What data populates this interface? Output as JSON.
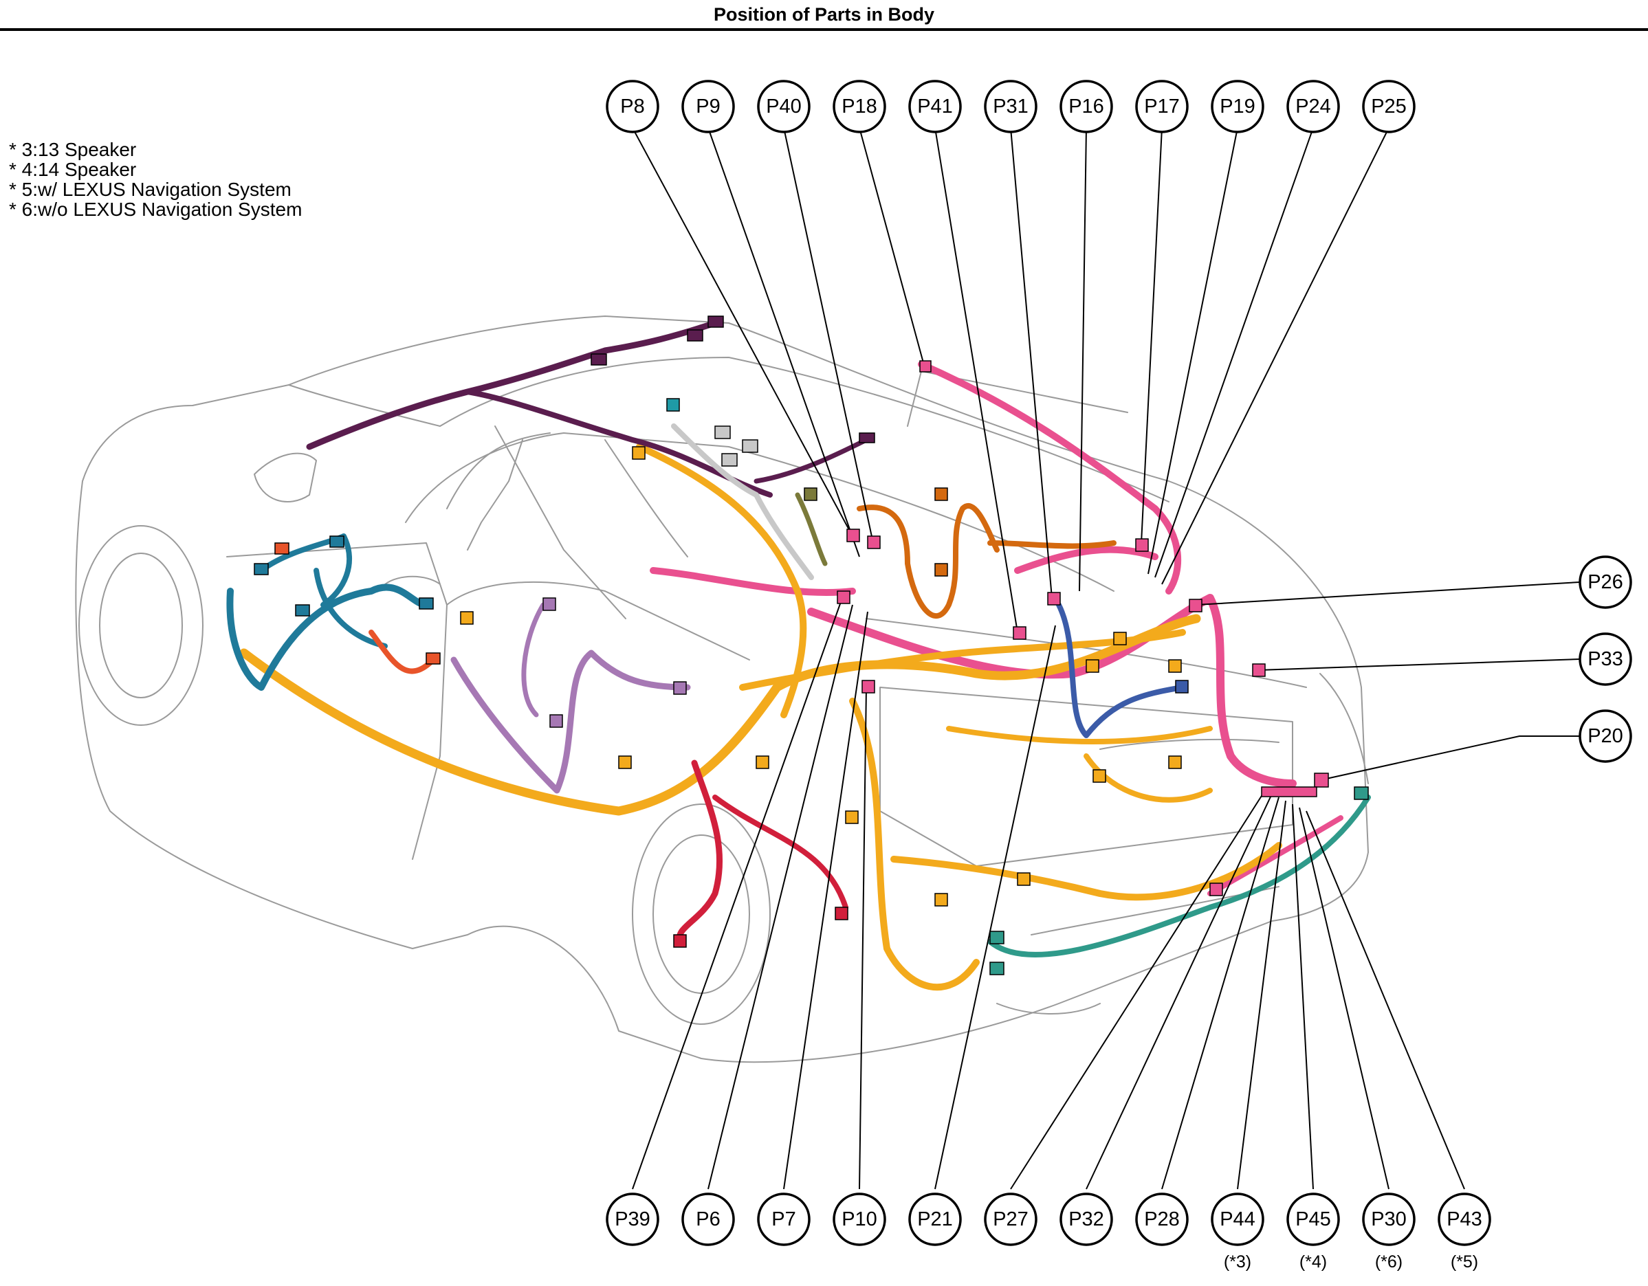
{
  "title": "Position of Parts in Body",
  "footnotes": [
    "* 3:13 Speaker",
    "* 4:14 Speaker",
    "* 5:w/ LEXUS Navigation System",
    "* 6:w/o LEXUS Navigation System"
  ],
  "callouts": {
    "top": [
      {
        "label": "P8",
        "note": ""
      },
      {
        "label": "P9",
        "note": ""
      },
      {
        "label": "P40",
        "note": ""
      },
      {
        "label": "P18",
        "note": ""
      },
      {
        "label": "P41",
        "note": ""
      },
      {
        "label": "P31",
        "note": ""
      },
      {
        "label": "P16",
        "note": ""
      },
      {
        "label": "P17",
        "note": ""
      },
      {
        "label": "P19",
        "note": ""
      },
      {
        "label": "P24",
        "note": ""
      },
      {
        "label": "P25",
        "note": ""
      }
    ],
    "right": [
      {
        "label": "P26",
        "note": ""
      },
      {
        "label": "P33",
        "note": ""
      },
      {
        "label": "P20",
        "note": ""
      }
    ],
    "bottom": [
      {
        "label": "P39",
        "note": ""
      },
      {
        "label": "P6",
        "note": ""
      },
      {
        "label": "P7",
        "note": ""
      },
      {
        "label": "P10",
        "note": ""
      },
      {
        "label": "P21",
        "note": ""
      },
      {
        "label": "P27",
        "note": ""
      },
      {
        "label": "P32",
        "note": ""
      },
      {
        "label": "P28",
        "note": ""
      },
      {
        "label": "P44",
        "note": "(*3)"
      },
      {
        "label": "P45",
        "note": "(*4)"
      },
      {
        "label": "P30",
        "note": "(*6)"
      },
      {
        "label": "P43",
        "note": "(*5)"
      }
    ]
  },
  "wire_colors": {
    "pink": "#e9508f",
    "orange_yellow": "#f3aa1c",
    "blue_teal": "#1f7a9a",
    "purple_dark": "#5a1d4e",
    "lavender": "#a678b4",
    "red": "#d11f3b",
    "brown_orange": "#d4690f",
    "green_teal": "#2f9a8a",
    "navy": "#3b5ba8",
    "gray": "#c8c8c8",
    "olive": "#7b7a3a",
    "orange_red": "#e8542a"
  },
  "icons": [
    "car-body-outline",
    "wiring-harness"
  ]
}
